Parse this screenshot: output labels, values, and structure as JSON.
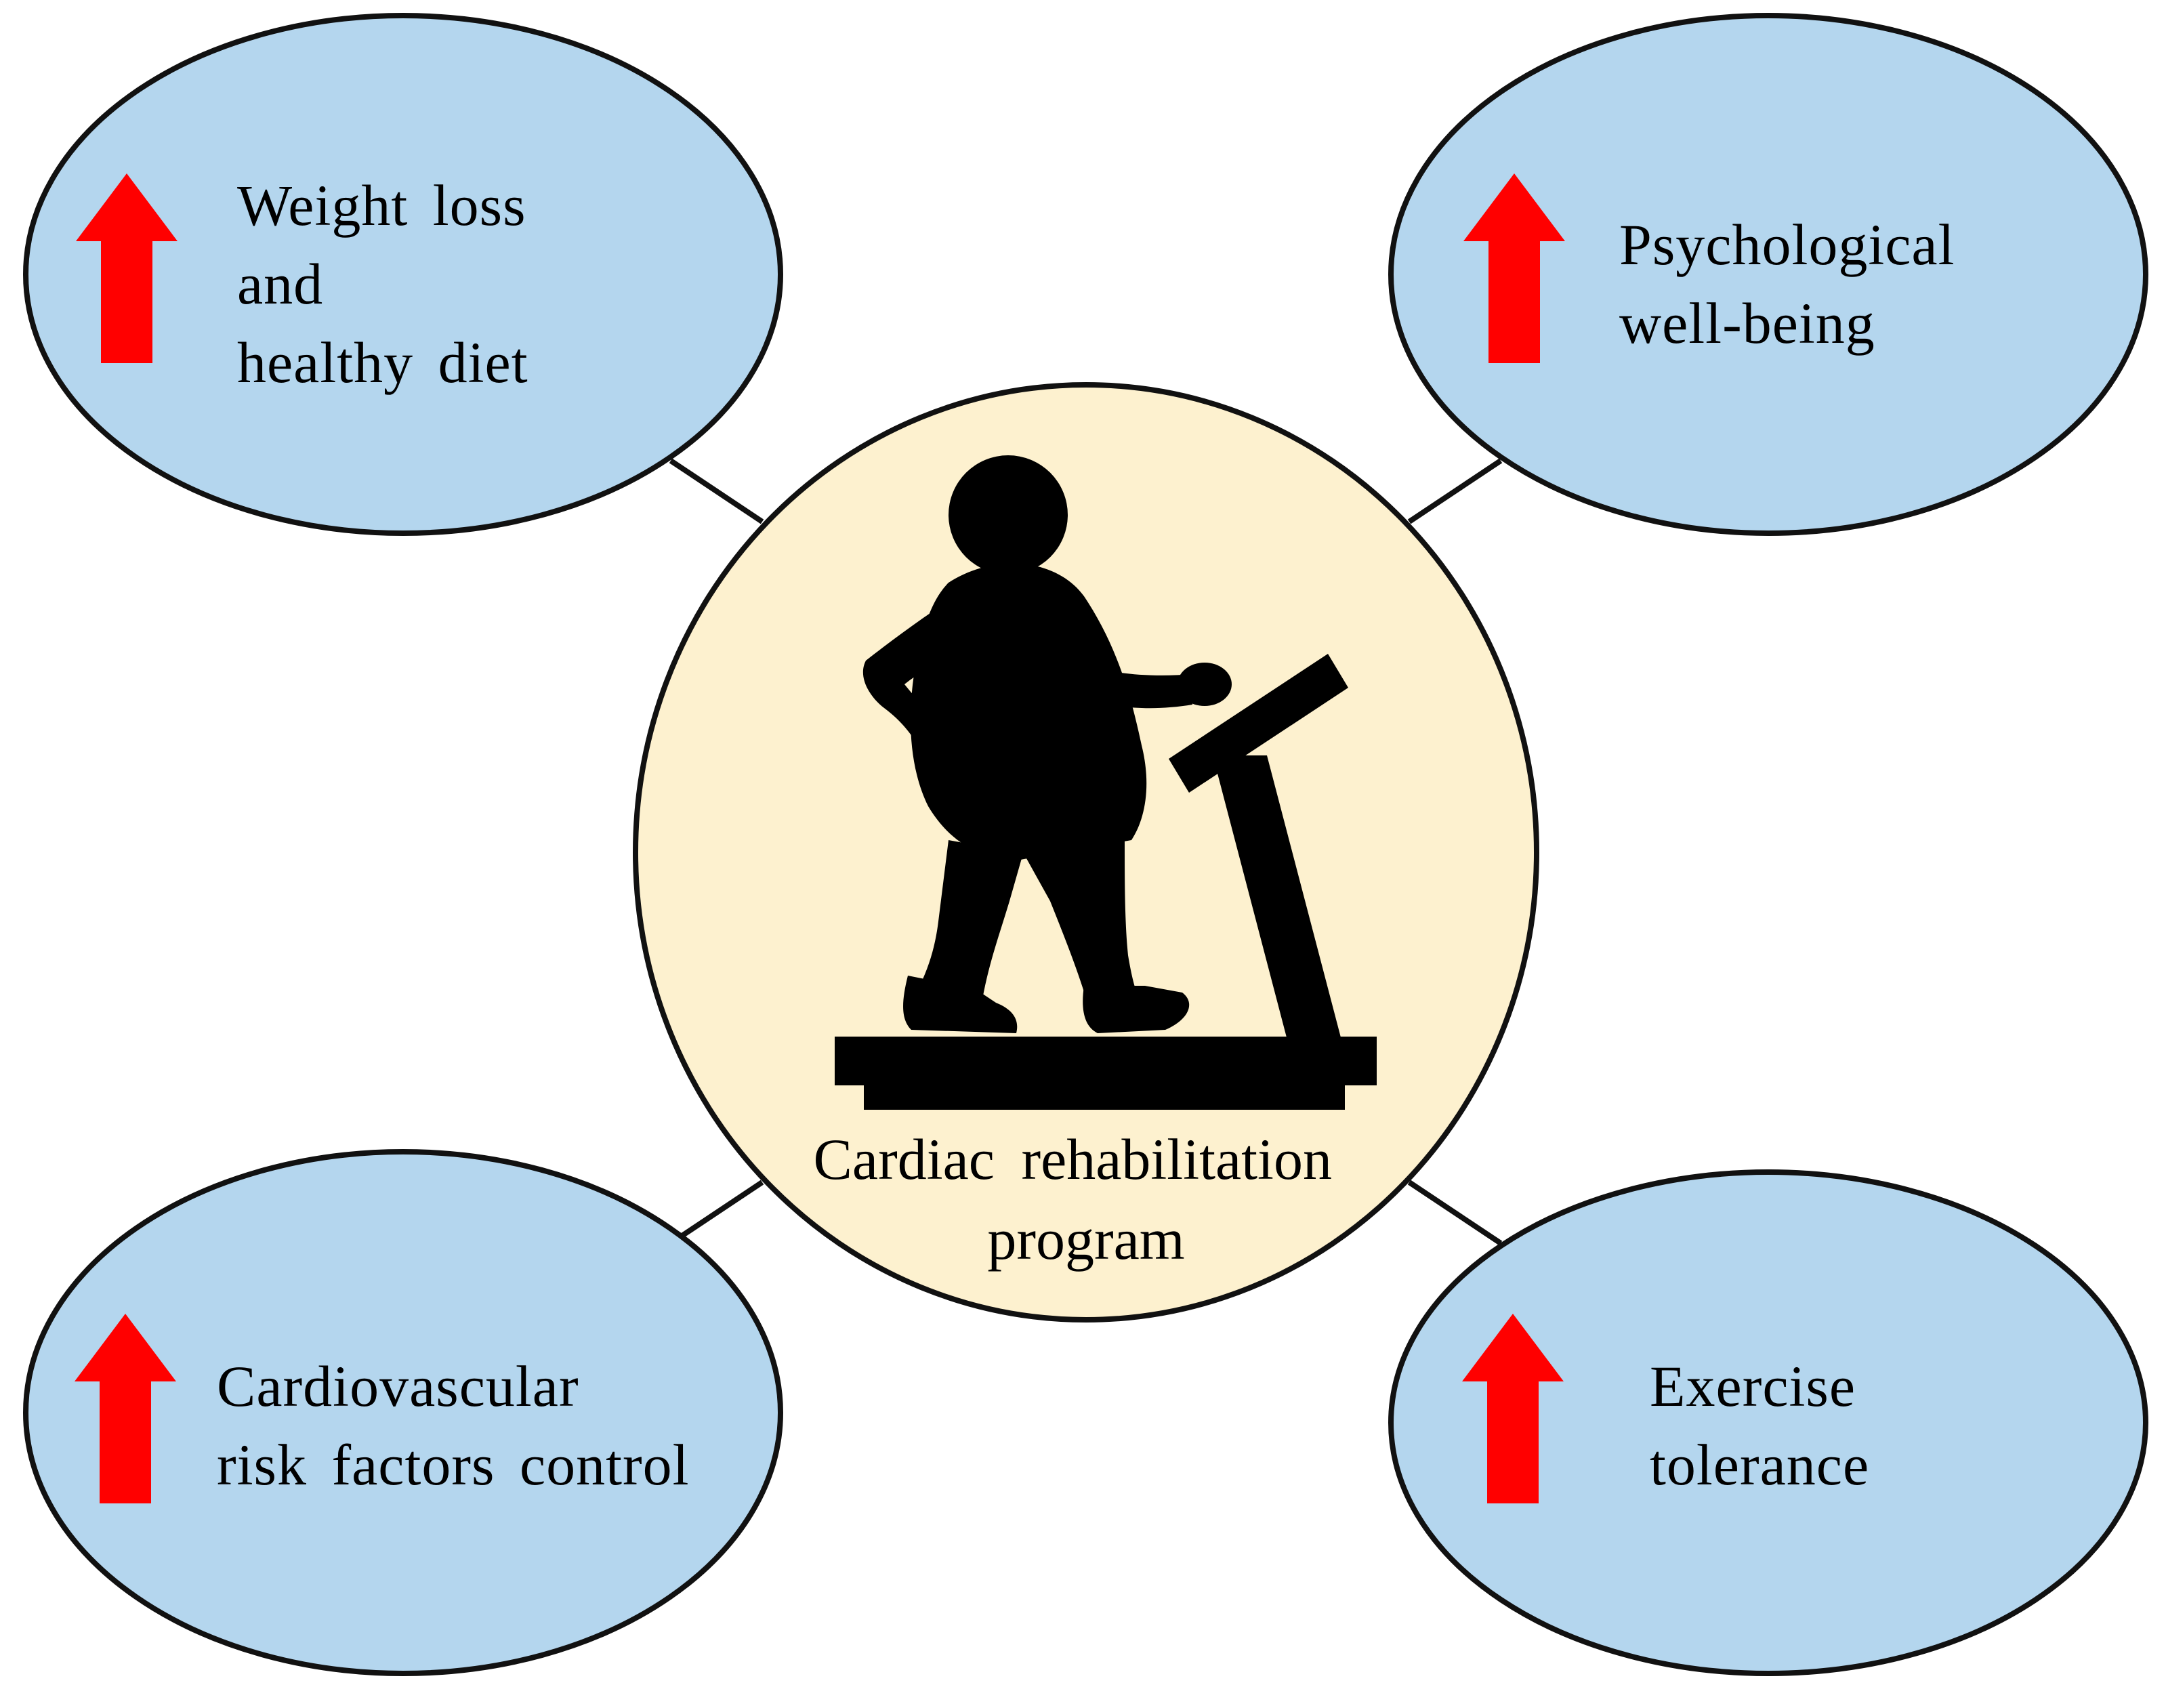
{
  "colors": {
    "outcome_fill": "#b4d6ee",
    "center_fill": "#fdf1cf",
    "arrow": "#ff0000",
    "stroke": "#111111",
    "silhouette": "#000000"
  },
  "center": {
    "line1": "Cardiac rehabilitation",
    "line2": "program",
    "icon": "person-on-treadmill-icon"
  },
  "outcomes": {
    "weight": {
      "line1": "Weight loss",
      "line2": "and",
      "line3": "healthy diet",
      "arrow_icon": "up-arrow-icon"
    },
    "psych": {
      "line1": "Psychological",
      "line2": "well-being",
      "arrow_icon": "up-arrow-icon"
    },
    "cardio": {
      "line1": "Cardiovascular",
      "line2": "risk factors control",
      "arrow_icon": "up-arrow-icon"
    },
    "exercise": {
      "line1": "Exercise",
      "line2": "tolerance",
      "arrow_icon": "up-arrow-icon"
    }
  }
}
